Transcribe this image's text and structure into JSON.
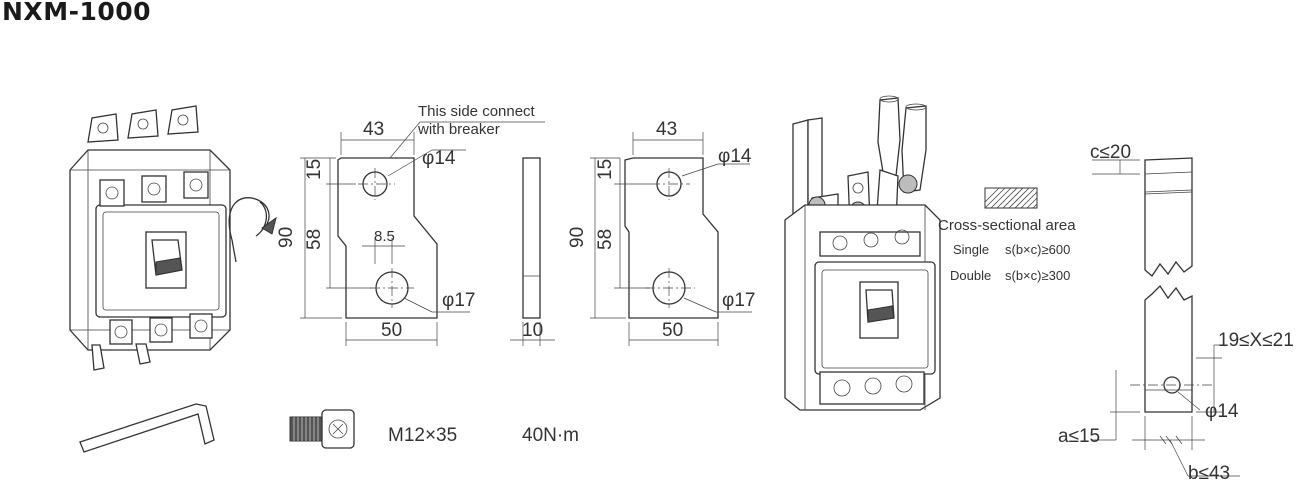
{
  "title": "NXM-1000",
  "dimensions": {
    "d43": "43",
    "d15": "15",
    "d90": "90",
    "d58": "58",
    "d8_5": "8.5",
    "d50": "50",
    "d10": "10",
    "phi14": "φ14",
    "phi17": "φ17"
  },
  "notes": {
    "side_connect_line1": "This side connect",
    "side_connect_line2": "with breaker"
  },
  "cross_section": {
    "title": "Cross-sectional area",
    "single_label": "Single",
    "single_value": "s(b×c)≥600",
    "double_label": "Double",
    "double_value": "s(b×c)≥300"
  },
  "busbar": {
    "c_limit": "c≤20",
    "x_range": "19≤X≤21",
    "hole": "φ14",
    "a_limit": "a≤15",
    "b_limit": "b≤43"
  },
  "accessories": {
    "bolt_spec": "M12×35",
    "torque": "40N·m"
  }
}
